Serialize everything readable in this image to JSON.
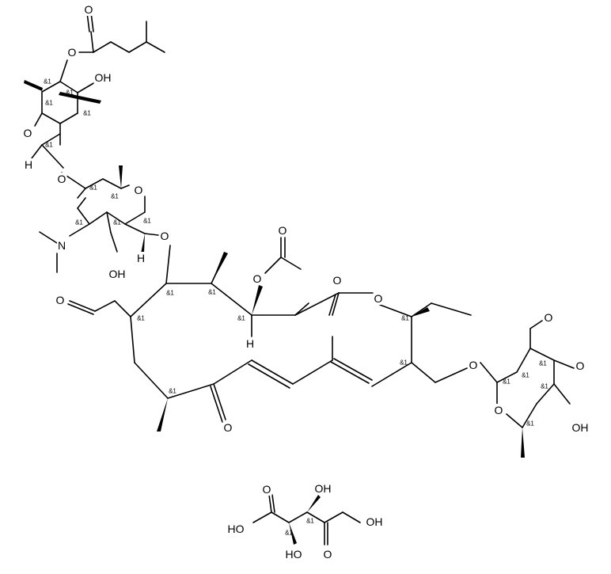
{
  "molecule": {
    "labels": {
      "O_ester_top": "O",
      "O_carbonyl_top": "O",
      "OH_top": "OH",
      "O_ring_mycarose": "O",
      "H_anomeric_top": "H",
      "O_glyco_1": "O",
      "O_ring_mycaminose": "O",
      "N_dimethyl": "N",
      "OH_mycaminose": "OH",
      "H_anomeric_mid": "H",
      "O_glyco_2": "O",
      "O_acetyl": "O",
      "O_acetyl_carbonyl": "O",
      "O_aldehyde": "O",
      "O_lactone_carbonyl": "O",
      "O_lactone_ring": "O",
      "H_c1": "H",
      "O_ketone": "O",
      "O_glyco_3": "O",
      "O_ring_mycinose": "O",
      "O_methoxy_1": "O",
      "O_methoxy_2": "O",
      "OH_mycinose": "OH",
      "O_tart_1": "O",
      "OH_tart_1": "OH",
      "HO_tart_2": "HO",
      "HO_tart_acid": "HO",
      "OH_tart_acid": "OH",
      "O_tart_2": "O"
    },
    "stereo_mark": "&1"
  }
}
